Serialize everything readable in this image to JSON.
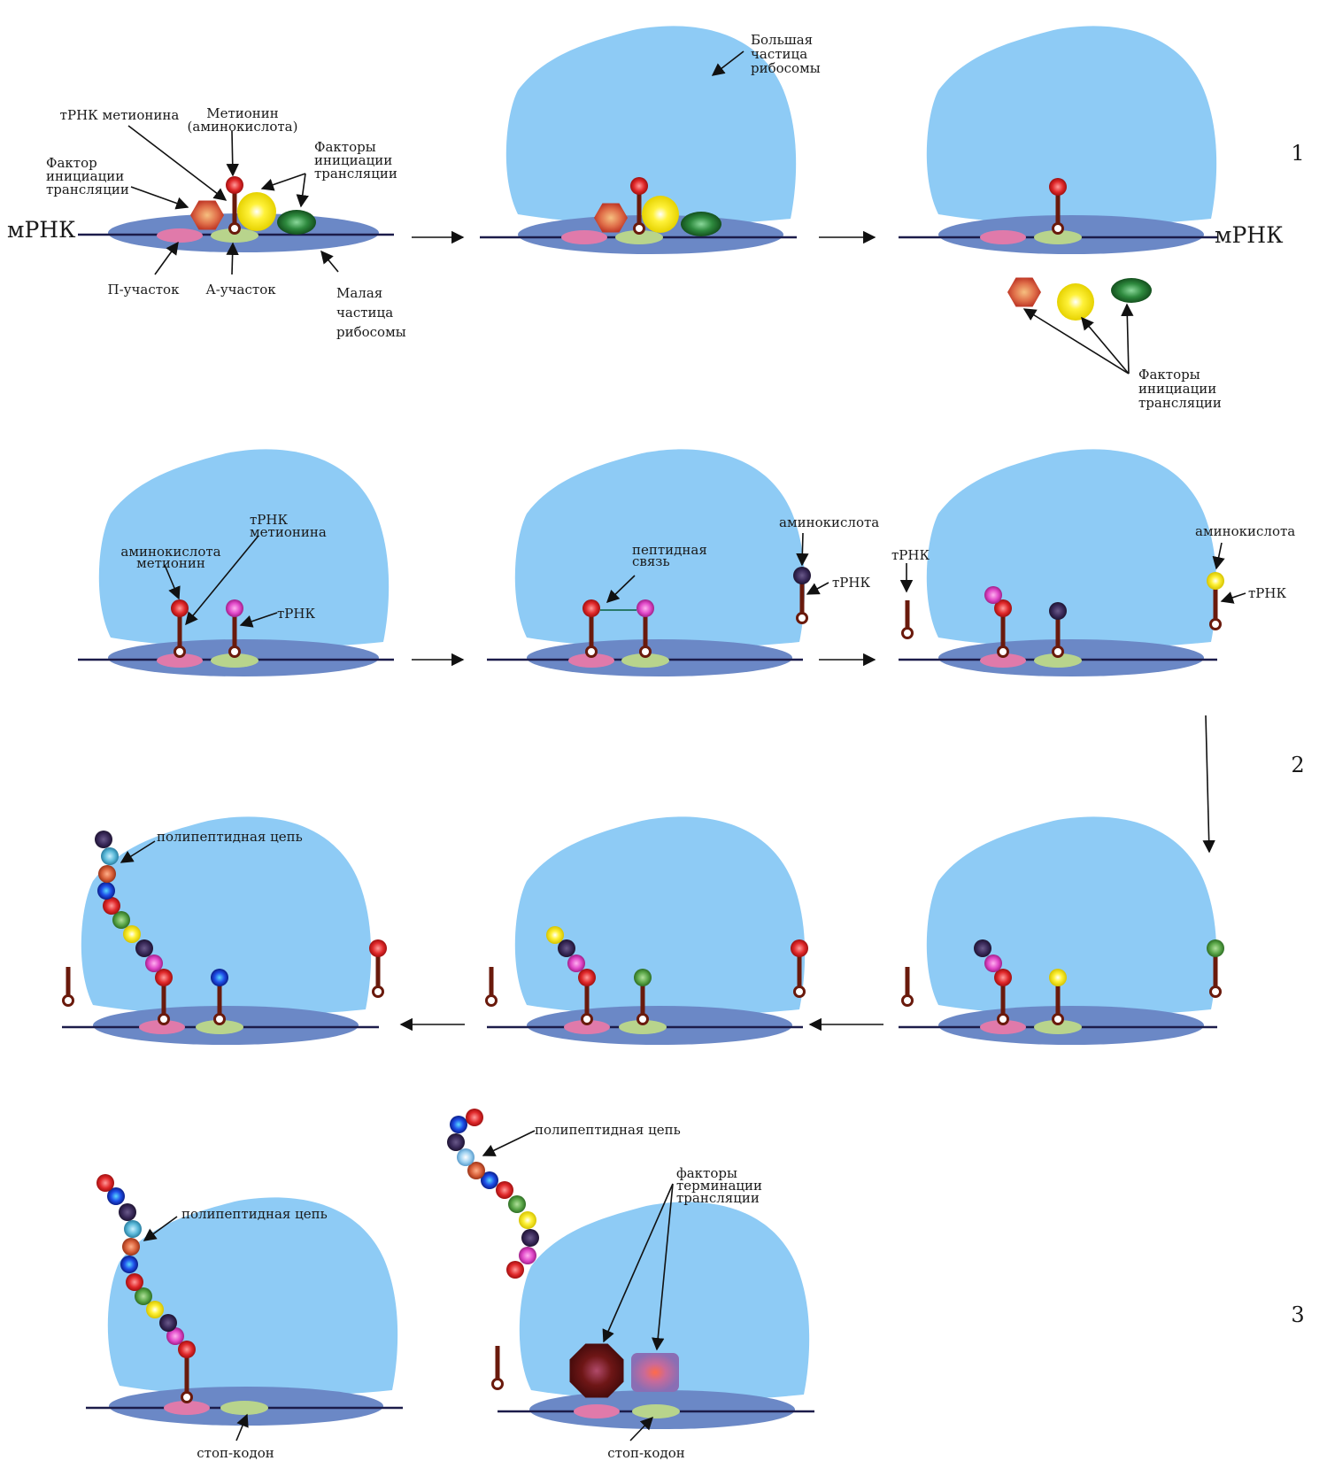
{
  "stage_numbers": [
    "1",
    "2",
    "3"
  ],
  "labels": {
    "mrna": "мРНК",
    "trna_met": "тРНК метионина",
    "trna_met_2": "тРНК\nметионина",
    "methionine": "Метионин\n(аминокислота)",
    "init_factor": "Фактор\nинициации\nтрансляции",
    "init_factors": "Факторы\nинициации\nтрансляции",
    "p_site": "П-участок",
    "a_site": "А-участок",
    "small_subunit": "Малая\nчастица\nрибосомы",
    "large_subunit": "Большая\nчастица\nрибосомы",
    "aa_met": "аминокислота\nметионин",
    "trna": "тРНК",
    "amino_acid": "аминокислота",
    "peptide_bond": "пептидная\nсвязь",
    "polypeptide": "полипептидная цепь",
    "term_factors": "факторы\nтерминации\nтрансляции",
    "stop_codon": "стоп-кодон"
  },
  "colors": {
    "large_subunit": "#8ecbf5",
    "small_subunit": "#6b88c6",
    "mrna_line": "#1c1c4a",
    "p_site": "#e07aaa",
    "a_site": "#b8d48c",
    "trna_stem": "#6a1a0c",
    "init_hexagon": "#e0704a",
    "init_yellow": "#fff23a",
    "init_green": "#2e8a3e",
    "term_octagon": "#6e1616",
    "term_square": "#8a6eb4",
    "aa_red": "#e0282a",
    "aa_magenta": "#e048c8",
    "aa_dark": "#3a2a5a",
    "aa_yellow": "#f6f030",
    "aa_green": "#5aa648",
    "aa_blue": "#1e4ee8",
    "aa_cyan": "#5ab8d8",
    "aa_orange": "#d8603a",
    "aa_lightblue": "#9cd0f0"
  }
}
